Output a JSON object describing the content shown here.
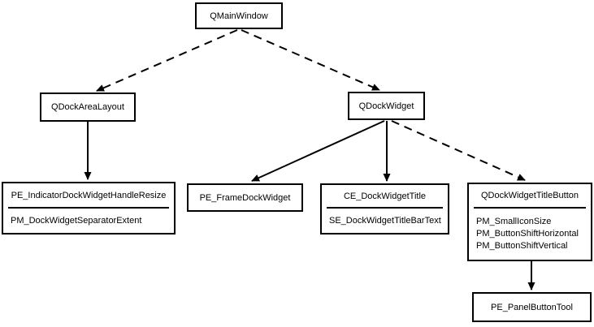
{
  "diagram": {
    "background_color": "#ffffff",
    "line_color": "#000000",
    "nodes": [
      {
        "id": "qmainwindow",
        "title": "QMainWindow",
        "attrs": []
      },
      {
        "id": "qdockarealayout",
        "title": "QDockAreaLayout",
        "attrs": []
      },
      {
        "id": "qdockwidget",
        "title": "QDockWidget",
        "attrs": []
      },
      {
        "id": "indicator-dock-handle",
        "title": "PE_IndicatorDockWidgetHandleResize",
        "attrs": [
          "PM_DockWidgetSeparatorExtent"
        ]
      },
      {
        "id": "frame-dock-widget",
        "title": "PE_FrameDockWidget",
        "attrs": []
      },
      {
        "id": "dock-widget-title",
        "title": "CE_DockWidgetTitle",
        "attrs": [
          "SE_DockWidgetTitleBarText"
        ]
      },
      {
        "id": "dock-title-button",
        "title": "QDockWidgetTitleButton",
        "attrs": [
          "PM_SmallIconSize",
          "PM_ButtonShiftHorizontal",
          "PM_ButtonShiftVertical"
        ]
      },
      {
        "id": "panel-button-tool",
        "title": "PE_PanelButtonTool",
        "attrs": []
      }
    ],
    "edges": [
      {
        "from": "QMainWindow",
        "to": "QDockAreaLayout",
        "style": "dashed"
      },
      {
        "from": "QMainWindow",
        "to": "QDockWidget",
        "style": "dashed"
      },
      {
        "from": "QDockAreaLayout",
        "to": "PE_IndicatorDockWidgetHandleResize",
        "style": "solid"
      },
      {
        "from": "QDockWidget",
        "to": "PE_FrameDockWidget",
        "style": "solid"
      },
      {
        "from": "QDockWidget",
        "to": "CE_DockWidgetTitle",
        "style": "solid"
      },
      {
        "from": "QDockWidget",
        "to": "QDockWidgetTitleButton",
        "style": "dashed"
      },
      {
        "from": "QDockWidgetTitleButton",
        "to": "PE_PanelButtonTool",
        "style": "solid"
      }
    ]
  }
}
